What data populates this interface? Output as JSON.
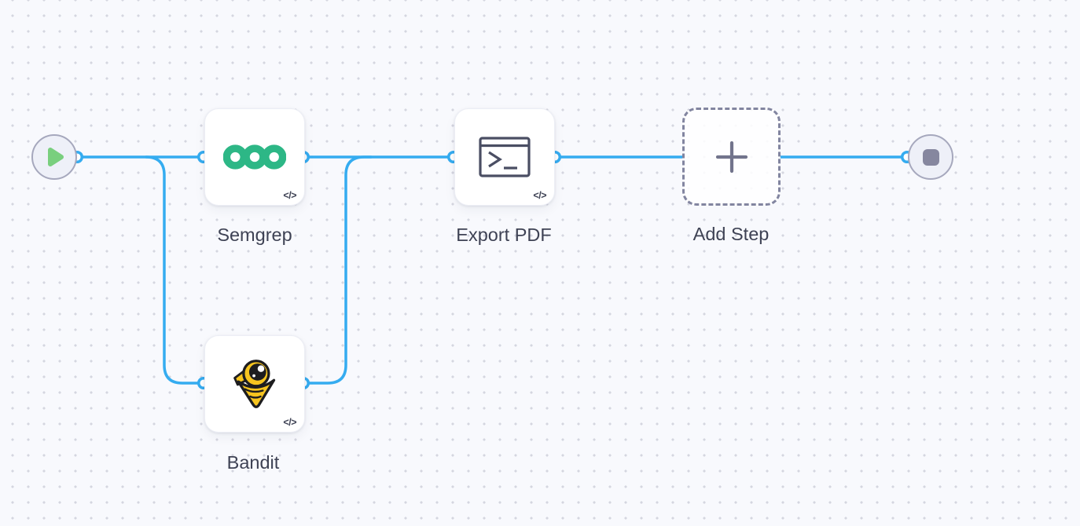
{
  "app": {
    "view": "workflow-editor-canvas"
  },
  "colors": {
    "canvas-bg": "#f8f9fd",
    "canvas-dot": "#d5d6e0",
    "edge-blue": "#35acf0",
    "label-text": "#3e4254",
    "terminal-icon": "#4a4e63",
    "dashed-border": "#8285a0",
    "plus-icon": "#72748c",
    "endpoint-fill": "#eef0f8",
    "endpoint-border": "#a6a8bd",
    "play-green": "#79cf7e",
    "stop-square": "#86879f",
    "semgrep-green": "#2db786",
    "bandit-yellow": "#f6c41f",
    "bandit-outline": "#1d1d1f"
  },
  "workflow": {
    "start_node": {
      "name": "Start",
      "icon": "play-icon"
    },
    "end_node": {
      "name": "End",
      "icon": "stop-icon"
    },
    "code_badge_glyph": "</>",
    "steps": [
      {
        "id": "semgrep",
        "label": "Semgrep",
        "icon": "semgrep-logo",
        "kind": "code-step"
      },
      {
        "id": "bandit",
        "label": "Bandit",
        "icon": "bandit-logo",
        "kind": "code-step"
      },
      {
        "id": "export_pdf",
        "label": "Export PDF",
        "icon": "terminal-icon",
        "kind": "code-step"
      },
      {
        "id": "add_step",
        "label": "Add Step",
        "icon": "plus-icon",
        "kind": "placeholder"
      }
    ],
    "edges": [
      {
        "from": "start",
        "to": "semgrep"
      },
      {
        "from": "start",
        "to": "bandit"
      },
      {
        "from": "semgrep",
        "to": "export_pdf"
      },
      {
        "from": "bandit",
        "to": "export_pdf"
      },
      {
        "from": "export_pdf",
        "to": "add_step"
      },
      {
        "from": "add_step",
        "to": "end"
      }
    ]
  }
}
